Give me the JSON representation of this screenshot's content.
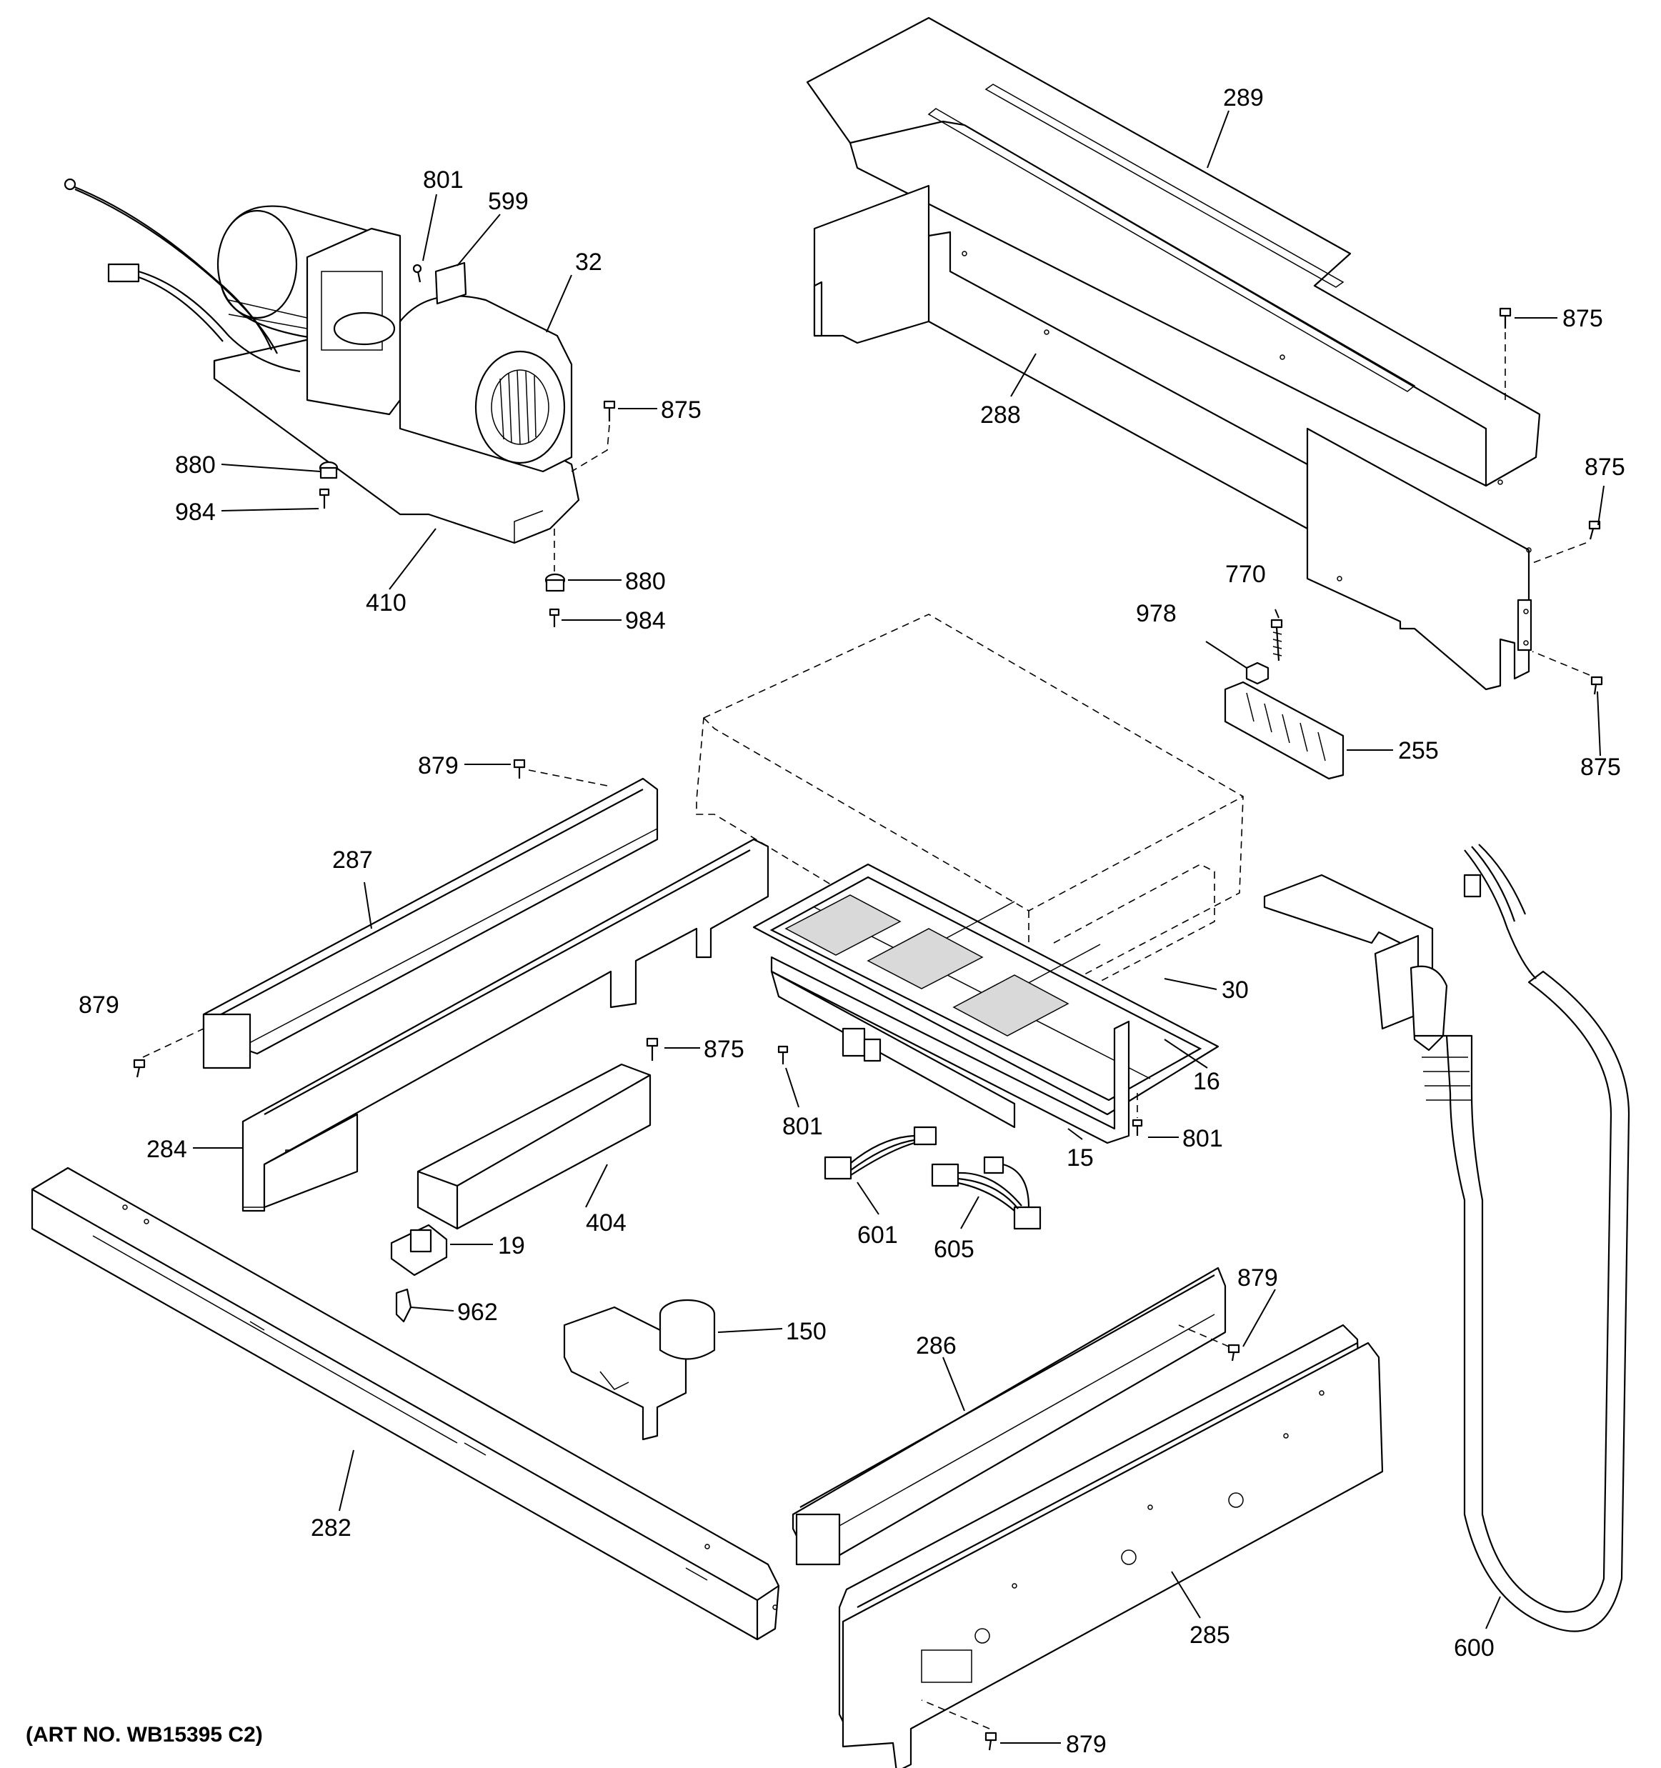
{
  "diagram": {
    "art_number": "(ART NO. WB15395 C2)",
    "callouts": {
      "c801a": "801",
      "c599": "599",
      "c32": "32",
      "c875a": "875",
      "c880a": "880",
      "c984a": "984",
      "c410": "410",
      "c880b": "880",
      "c984b": "984",
      "c289": "289",
      "c875b": "875",
      "c288": "288",
      "c875c": "875",
      "c770": "770",
      "c978": "978",
      "c255": "255",
      "c875d": "875",
      "c879a": "879",
      "c287": "287",
      "c879b": "879",
      "c30": "30",
      "c16": "16",
      "c875e": "875",
      "c284": "284",
      "c801b": "801",
      "c801c": "801",
      "c15": "15",
      "c404": "404",
      "c601": "601",
      "c605": "605",
      "c19": "19",
      "c962": "962",
      "c150": "150",
      "c879c": "879",
      "c286": "286",
      "c282": "282",
      "c285": "285",
      "c600": "600",
      "c879d": "879"
    }
  }
}
